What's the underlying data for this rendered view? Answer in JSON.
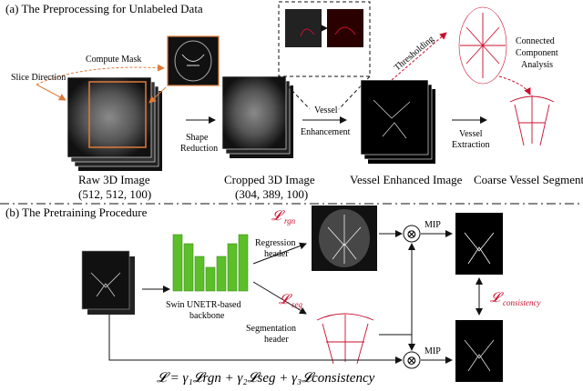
{
  "section_a": {
    "title": "(a) The Preprocessing for Unlabeled Data",
    "compute_mask": "Compute Mask",
    "slice_direction": "Slice Direction",
    "shape_reduction": [
      "Shape",
      "Reduction"
    ],
    "vessel_enhancement": [
      "Vessel",
      "Enhancement"
    ],
    "thresholding": "Thresholding",
    "connected_component": [
      "Connected",
      "Component",
      "Analysis"
    ],
    "vessel_extraction": [
      "Vessel",
      "Extraction"
    ],
    "raw_image": [
      "Raw 3D Image",
      "(512, 512, 100)"
    ],
    "cropped_image": [
      "Cropped 3D Image",
      "(304, 389, 100)"
    ],
    "vessel_enhanced": "Vessel Enhanced Image",
    "coarse_segment": "Coarse Vessel Segment"
  },
  "section_b": {
    "title": "(b) The Pretraining Procedure",
    "l_rgn": "𝓛",
    "l_rgn_sub": "rgn",
    "l_seg": "𝓛",
    "l_seg_sub": "seg",
    "regression_header": [
      "Regression",
      "header"
    ],
    "segmentation_header": [
      "Segmentation",
      "header"
    ],
    "backbone": [
      "Swin UNETR-based",
      "backbone"
    ],
    "mip_top": "MIP",
    "mip_bottom": "MIP",
    "l_consistency": "𝓛",
    "l_consistency_sub": "consistency",
    "multiply": "⊗",
    "formula": "𝓛 = γ₁𝓛rgn + γ₂𝓛seg + γ₃𝓛consistency"
  },
  "colors": {
    "accent_red": "#c8102e",
    "mask_orange": "#e07b39",
    "backbone_green": "#5cbf2a"
  }
}
